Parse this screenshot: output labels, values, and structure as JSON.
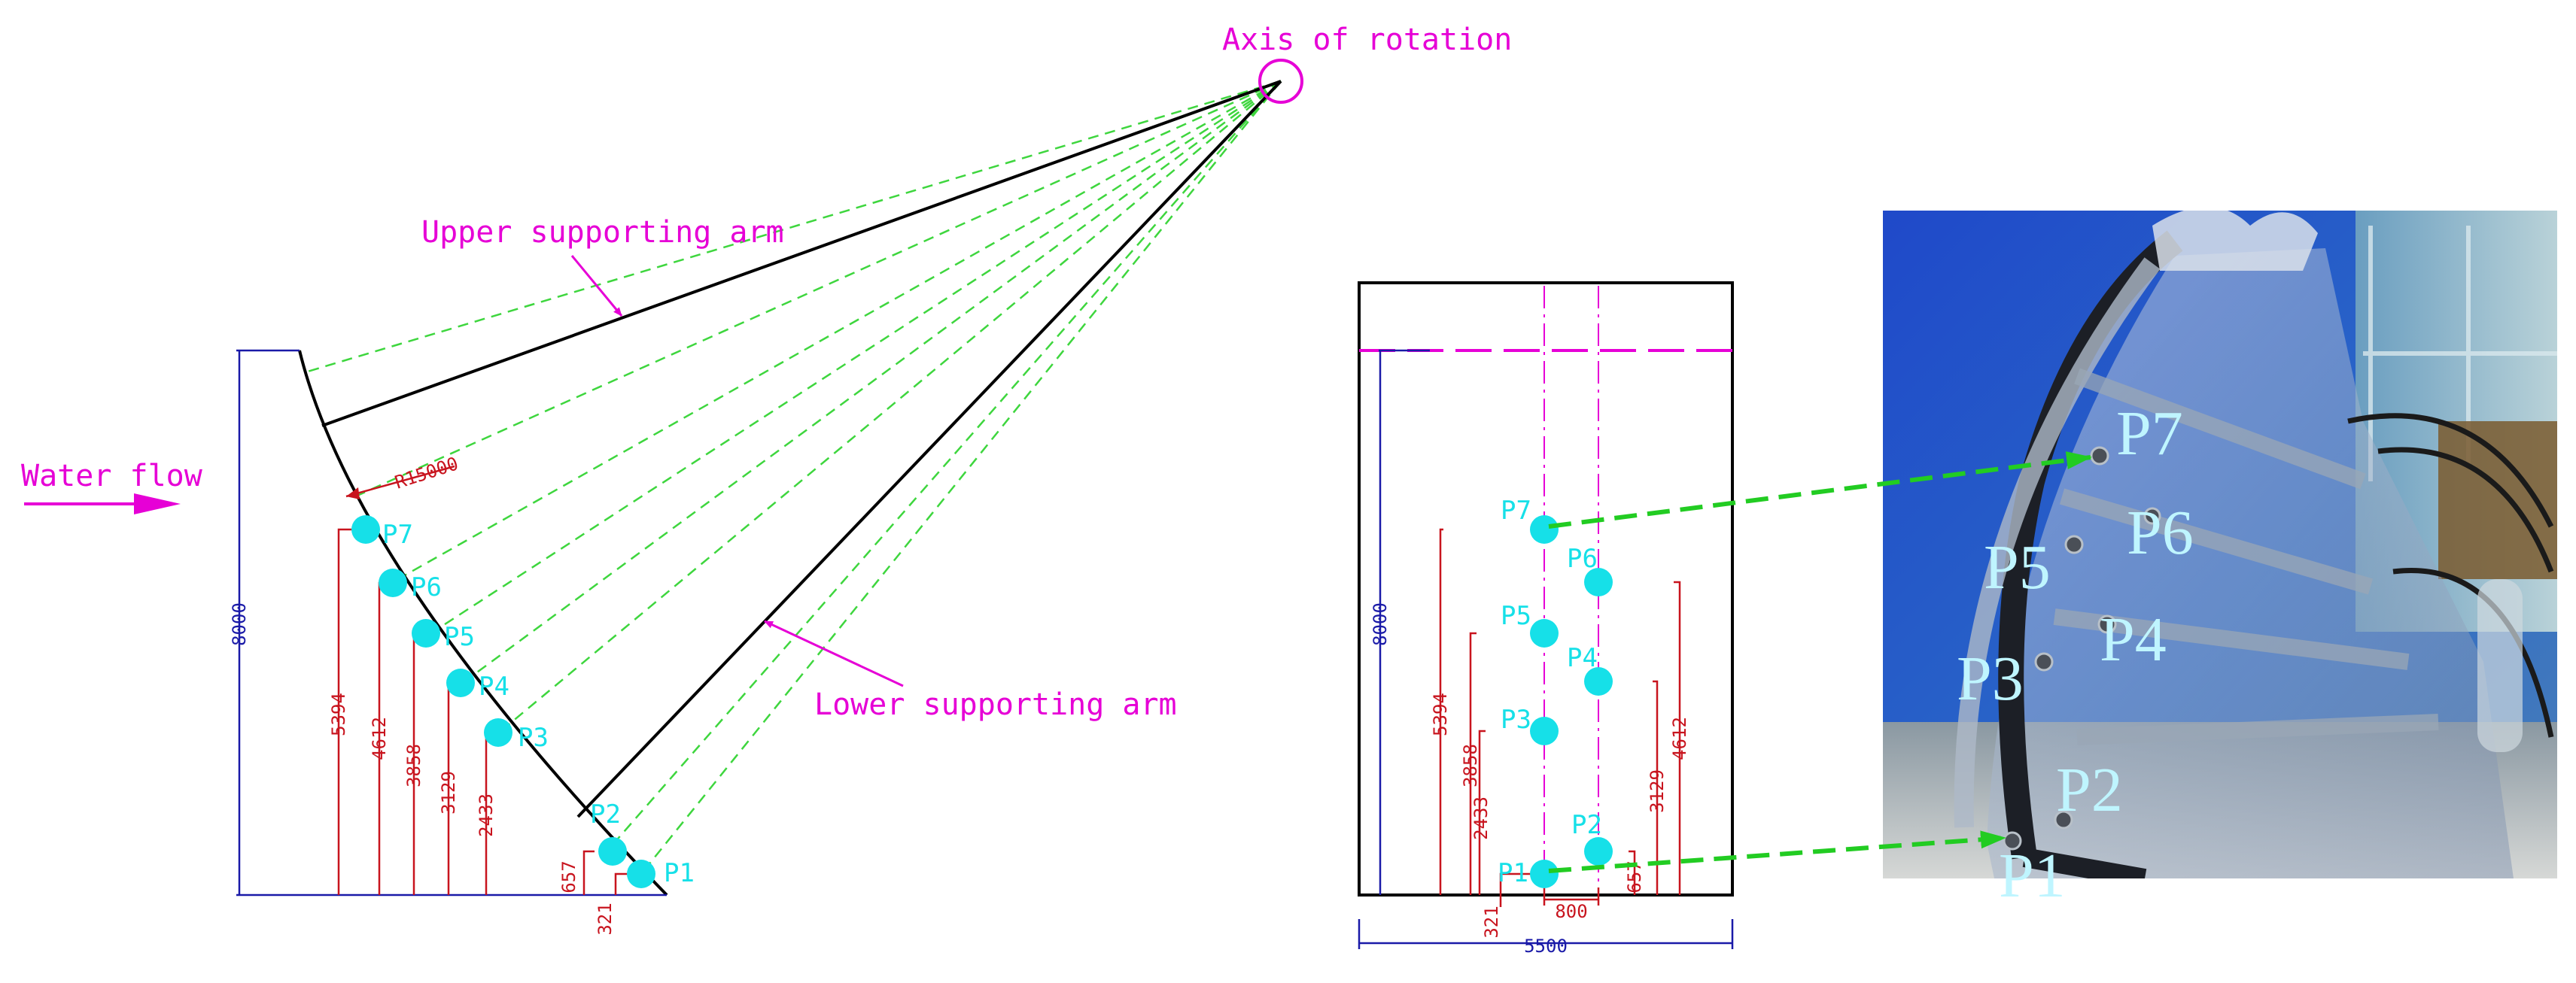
{
  "left_diagram": {
    "axis_label": "Axis of rotation",
    "upper_arm_label": "Upper supporting arm",
    "lower_arm_label": "Lower supporting arm",
    "flow_label": "Water flow",
    "radius_label": "R15000",
    "height_dim": "8000",
    "sensors": [
      "P1",
      "P2",
      "P3",
      "P4",
      "P5",
      "P6",
      "P7"
    ],
    "dims": {
      "p7": "5394",
      "p6": "4612",
      "p5": "3858",
      "p4": "3129",
      "p3": "2433",
      "p2": "657",
      "p1": "321"
    }
  },
  "front_view": {
    "width_dim": "5500",
    "height_dim": "8000",
    "spacing_dim": "800",
    "sensors": [
      "P1",
      "P2",
      "P3",
      "P4",
      "P5",
      "P6",
      "P7"
    ],
    "dims_left": {
      "p7": "5394",
      "p5": "3858",
      "p3": "2433",
      "p1": "321"
    },
    "dims_right": {
      "p6": "4612",
      "p4": "3129",
      "p2": "657"
    }
  },
  "photo": {
    "labels": [
      "P7",
      "P6",
      "P5",
      "P4",
      "P3",
      "P2",
      "P1"
    ]
  },
  "colors": {
    "magenta": "#e600d6",
    "cyan": "#16e0e8",
    "dimension_red": "#c8141e",
    "dimension_blue": "#1a1aa8",
    "rays_green": "#3ed63e"
  }
}
